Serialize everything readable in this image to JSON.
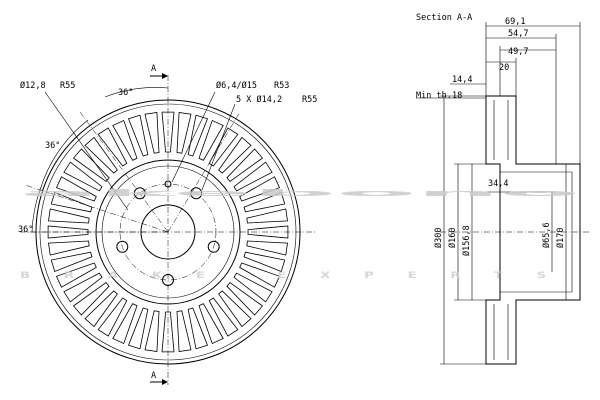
{
  "watermark": {
    "brand": "akebono",
    "tagline": "BRAKE EXPERTS"
  },
  "front_view": {
    "section_marker": "A",
    "dims": {
      "center_bore": "Ø12,8",
      "center_radius": "R55",
      "angle_top": "36°",
      "angle_left_upper": "36°",
      "angle_left_lower": "36°",
      "bolt_small": "Ø6,4/Ø15",
      "bolt_small_radius": "R53",
      "bolt_pattern": "5 X Ø14,2",
      "bolt_pattern_radius": "R55"
    }
  },
  "section_view": {
    "title": "Section A-A",
    "dims": {
      "total_height": "69,1",
      "hat_height": "54,7",
      "inner_height": "49,7",
      "disc_thickness": "20",
      "min_thickness_label": "Min th.",
      "min_thickness": "18",
      "offset": "14,4",
      "hat_depth": "34,4",
      "outer_diameter": "Ø300",
      "friction_inner": "Ø160",
      "hat_outer": "Ø156,8",
      "center_hole": "Ø65,6",
      "hat_diameter": "Ø170"
    }
  }
}
